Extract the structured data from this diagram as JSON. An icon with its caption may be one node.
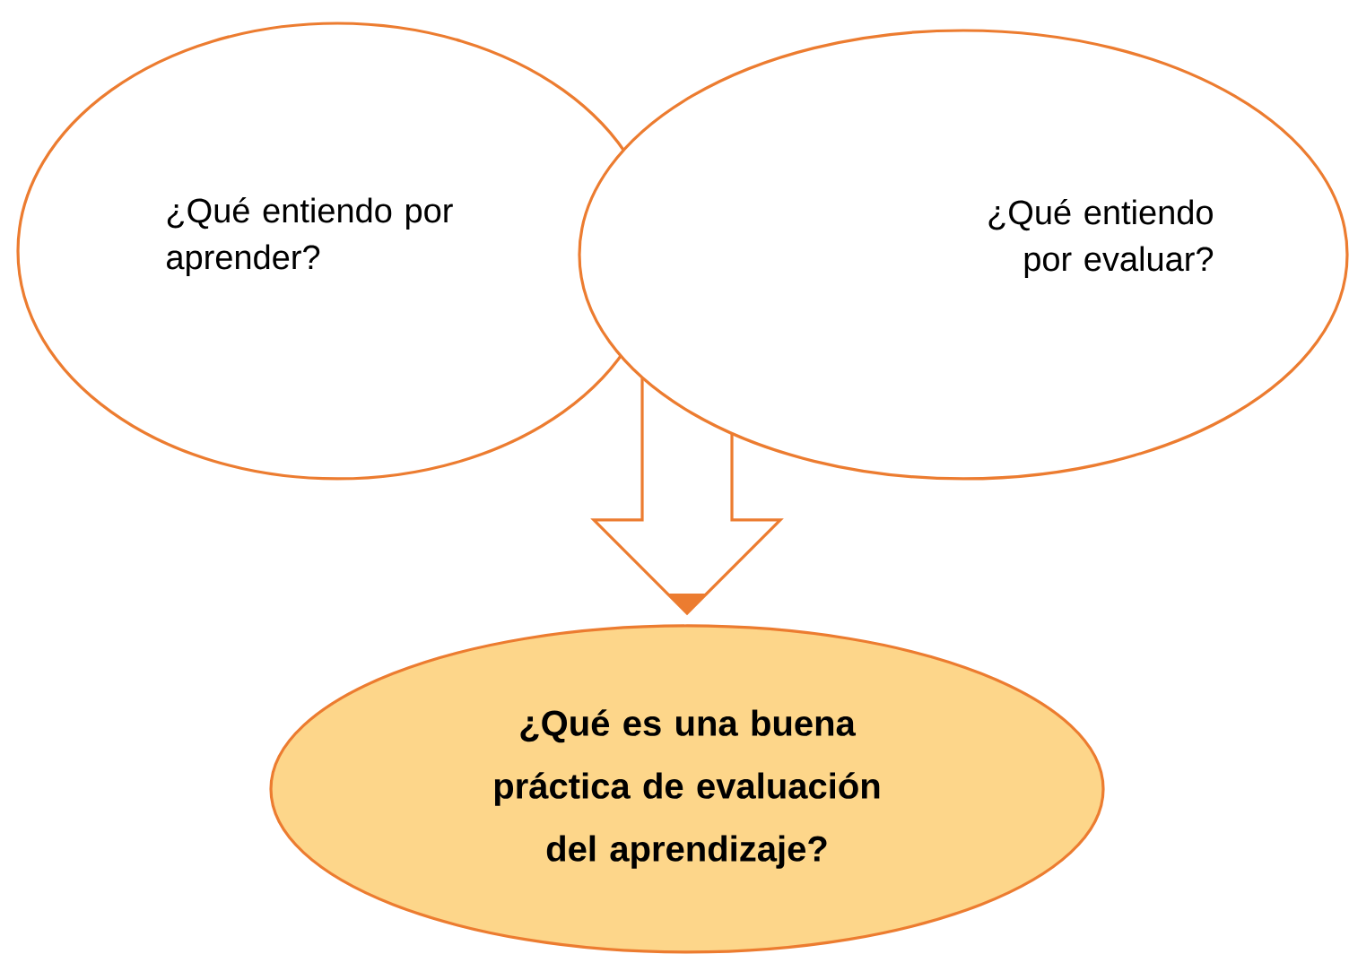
{
  "diagram": {
    "nodes": [
      {
        "text": [
          "¿Qué entiendo por aprender?"
        ]
      },
      {
        "text": [
          "¿Qué entiendo por evaluar?"
        ]
      },
      {
        "text": [
          "¿Qué es una buena práctica de evaluación del aprendizaje?"
        ]
      }
    ],
    "edges": [
      {
        "from": 1,
        "to": 2,
        "arrow": "to"
      }
    ]
  }
}
